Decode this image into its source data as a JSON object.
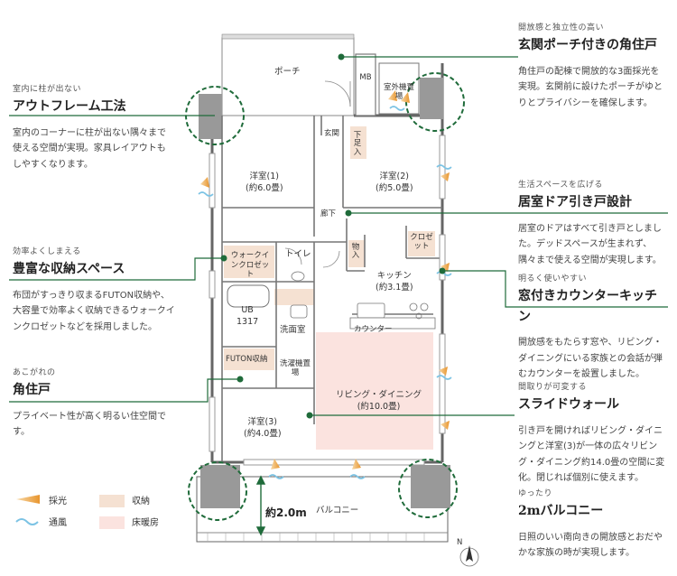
{
  "callouts": {
    "frame": {
      "subtitle": "室内に柱が出ない",
      "title": "アウトフレーム工法",
      "description": "室内のコーナーに柱が出ない隅々まで使える空間が実現。家具レイアウトもしやすくなります。"
    },
    "storage": {
      "subtitle": "効率よくしまえる",
      "title": "豊富な収納スペース",
      "description": "布団がすっきり収まるFUTON収納や、大容量で効率よく収納できるウォークインクロゼットなどを採用しました。"
    },
    "corner": {
      "subtitle": "あこがれの",
      "title": "角住戸",
      "description": "プライベート性が高く明るい住空間です。"
    },
    "porch": {
      "subtitle": "開放感と独立性の高い",
      "title": "玄関ポーチ付きの角住戸",
      "description": "角住戸の配棟で開放的な3面採光を実現。玄関前に設けたポーチがゆとりとプライバシーを確保します。"
    },
    "door": {
      "subtitle": "生活スペースを広げる",
      "title": "居室ドア引き戸設計",
      "description": "居室のドアはすべて引き戸としました。デッドスペースが生まれず、隅々まで使える空間が実現します。"
    },
    "kitchen": {
      "subtitle": "明るく使いやすい",
      "title": "窓付きカウンターキッチン",
      "description": "開放感をもたらす窓や、リビング・ダイニングにいる家族との会話が弾むカウンターを設置しました。"
    },
    "slide": {
      "subtitle": "間取りが可変する",
      "title": "スライドウォール",
      "description": "引き戸を開ければリビング・ダイニングと洋室(3)が一体の広々リビング・ダイニング約14.0畳の空間に変化。閉じれば個別に使えます。"
    },
    "balcony": {
      "subtitle": "ゆったり",
      "title": "2mバルコニー",
      "description": "日照のいい南向きの開放感とおだやかな家族の時が実現します。"
    }
  },
  "rooms": {
    "porch": "ポーチ",
    "mb": "MB",
    "outdoor_unit": "室外機置場",
    "entrance": "玄関",
    "shoe": "下足入",
    "western1": "洋室(1)",
    "western1_size": "(約6.0畳)",
    "western2": "洋室(2)",
    "western2_size": "(約5.0畳)",
    "hallway": "廊下",
    "walkin": "ウォークインクロゼット",
    "toilet": "トイレ",
    "storage": "物入",
    "closet": "クロゼット",
    "kitchen": "キッチン",
    "kitchen_size": "(約3.1畳)",
    "ub": "UB",
    "ub_size": "1317",
    "washroom": "洗面室",
    "counter": "カウンター",
    "futon": "FUTON収納",
    "washer": "洗濯機置場",
    "living": "リビング・ダイニング",
    "living_size": "(約10.0畳)",
    "western3": "洋室(3)",
    "western3_size": "(約4.0畳)",
    "balcony": "バルコニー",
    "balcony_depth": "約2.0m",
    "north": "N"
  },
  "legend": {
    "light": "採光",
    "wind": "通風",
    "storage": "収納",
    "floor_heating": "床暖房"
  },
  "colors": {
    "storage": "#f5e1d2",
    "floor_heating": "#fbe3df",
    "accent_green": "#1f6b3a",
    "light_arrow": "#e8a24a",
    "wind_arrow": "#7cc3e4"
  }
}
